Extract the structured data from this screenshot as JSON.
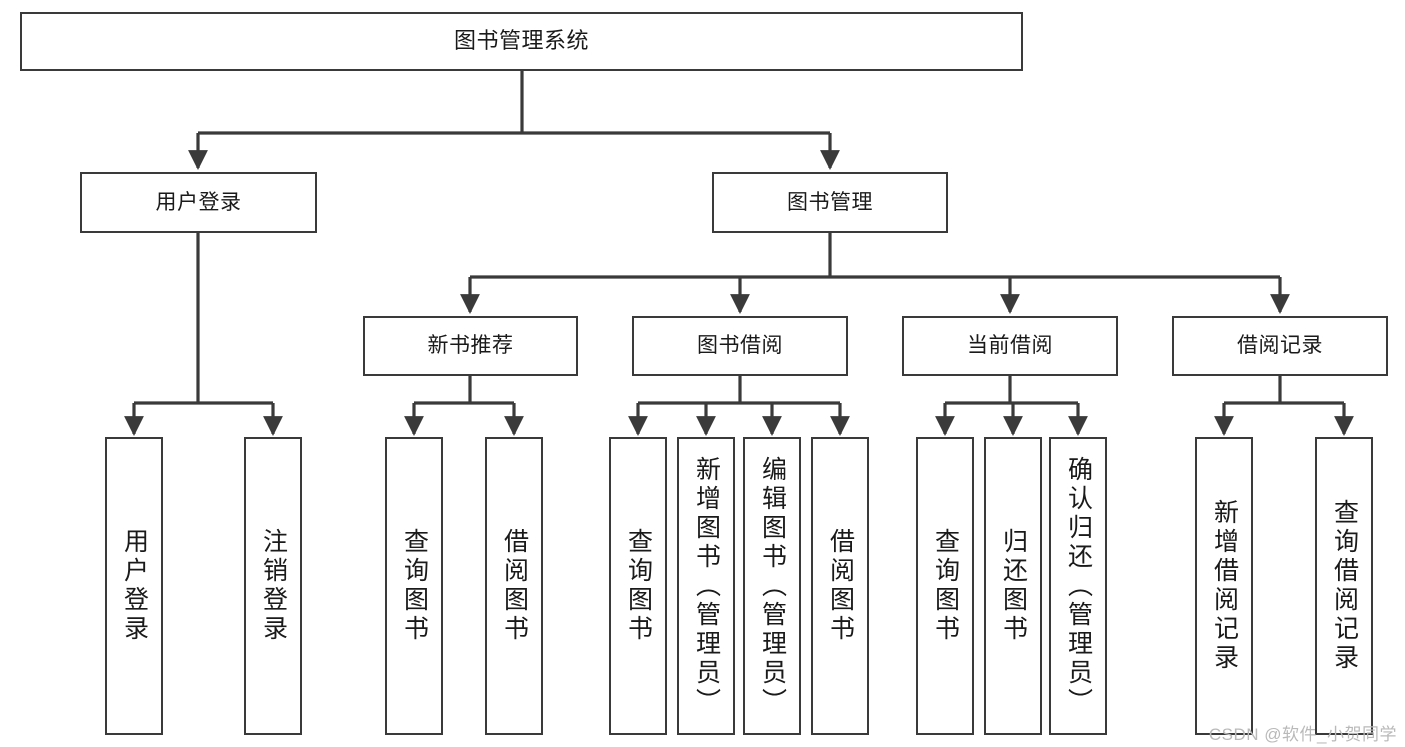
{
  "diagram": {
    "title": "图书管理系统",
    "watermark": "CSDN @软件_小贺同学",
    "colors": {
      "stroke": "#3a3a3a",
      "fill": "#ffffff",
      "text": "#1a1a1a",
      "watermark": "#b9b9b9"
    },
    "levels": {
      "root": {
        "label": "图书管理系统"
      },
      "level2": [
        {
          "id": "user-login",
          "label": "用户登录"
        },
        {
          "id": "book-manage",
          "label": "图书管理"
        }
      ],
      "level3": [
        {
          "id": "new-book-rec",
          "label": "新书推荐"
        },
        {
          "id": "book-borrow",
          "label": "图书借阅"
        },
        {
          "id": "current-borrow",
          "label": "当前借阅"
        },
        {
          "id": "borrow-record",
          "label": "借阅记录"
        }
      ],
      "leaves": {
        "user-login": [
          {
            "id": "leaf-user-login",
            "label": "用户登录"
          },
          {
            "id": "leaf-logout",
            "label": "注销登录"
          }
        ],
        "new-book-rec": [
          {
            "id": "leaf-query-book-1",
            "label": "查询图书"
          },
          {
            "id": "leaf-borrow-book-1",
            "label": "借阅图书"
          }
        ],
        "book-borrow": [
          {
            "id": "leaf-query-book-2",
            "label": "查询图书"
          },
          {
            "id": "leaf-add-book",
            "label": "新增图书（管理员）"
          },
          {
            "id": "leaf-edit-book",
            "label": "编辑图书（管理员）"
          },
          {
            "id": "leaf-borrow-book-2",
            "label": "借阅图书"
          }
        ],
        "current-borrow": [
          {
            "id": "leaf-query-book-3",
            "label": "查询图书"
          },
          {
            "id": "leaf-return-book",
            "label": "归还图书"
          },
          {
            "id": "leaf-confirm-return",
            "label": "确认归还（管理员）"
          }
        ],
        "borrow-record": [
          {
            "id": "leaf-add-record",
            "label": "新增借阅记录"
          },
          {
            "id": "leaf-query-record",
            "label": "查询借阅记录"
          }
        ]
      }
    }
  }
}
